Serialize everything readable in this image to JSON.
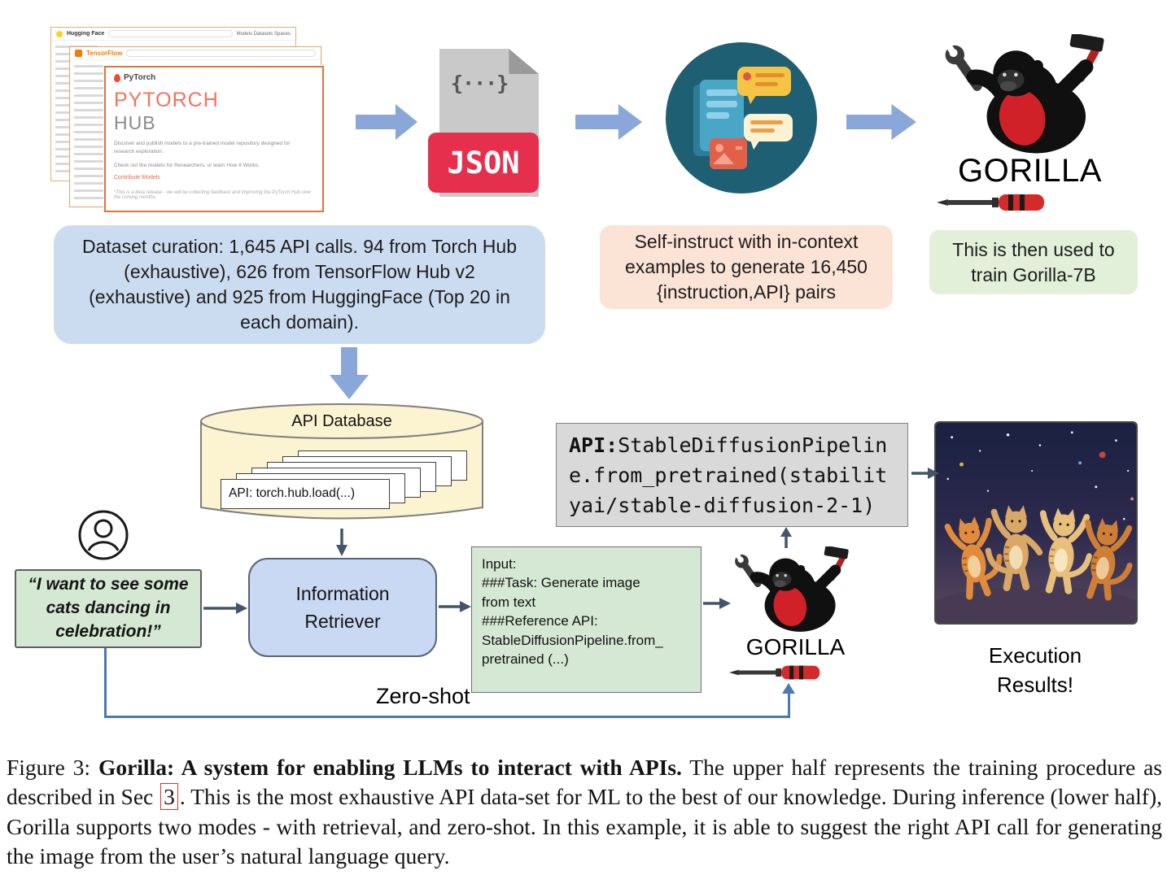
{
  "colors": {
    "dataset_box": "#ccdcf0",
    "self_instruct_box": "#fbe3d6",
    "train_box": "#e2efd9",
    "retriever_box": "#c9d9f3",
    "prompt_box": "#d5e8d4",
    "api_box": "#d9d9d9",
    "db_fill": "#fcf3d1",
    "json_red": "#e62e4d",
    "arrow_blue": "#8aa7da",
    "arrow_dark": "#44546a",
    "zero_shot_line": "#4a79b8"
  },
  "icons": {
    "json_doc": "document-with-folded-corner",
    "self_instruct": "chat-bubbles-over-screens",
    "user": "person-outline-circle",
    "gorilla": "gorilla-holding-tools",
    "screwdriver": "red-screwdriver",
    "api_database": "database-cylinder"
  },
  "hub_stack": {
    "huggingface": {
      "brand": "Hugging Face",
      "nav": "Models  Datasets  Spaces"
    },
    "tensorflow": {
      "brand": "TensorFlow"
    },
    "pytorch": {
      "brand": "PyTorch",
      "heading1": "PYTORCH",
      "heading2": "HUB",
      "desc1": "Discover and publish models to a pre-trained model repository designed for research exploration.",
      "desc2": "Check out the models for Researchers, or learn How It Works.",
      "link": "Contribute Models",
      "note": "*This is a beta release - we will be collecting feedback and improving the PyTorch Hub over the coming months."
    }
  },
  "json_icon": {
    "braces": "{···}",
    "label": "JSON"
  },
  "training": {
    "dataset_box": "Dataset curation: 1,645 API calls. 94 from Torch Hub (exhaustive), 626 from TensorFlow Hub v2 (exhaustive) and 925 from HuggingFace (Top 20 in each domain).",
    "self_instruct_box": "Self-instruct with in-context examples to generate 16,450 {instruction,API} pairs",
    "train_box": "This is then used to train Gorilla-7B",
    "gorilla_label": "GORILLA"
  },
  "inference": {
    "api_db_title": "API Database",
    "api_card": "API: torch.hub.load(...)",
    "user_query": "“I want to see some cats dancing in celebration!”",
    "retriever_label": "Information Retriever",
    "prompt_lines": [
      "Input:",
      "###Task: Generate image",
      "from text",
      "###Reference API:",
      "StableDiffusionPipeline.from_",
      "pretrained (...)"
    ],
    "gorilla_label": "GORILLA",
    "api_call_bold": "API:",
    "api_call_lines": [
      "StableDiffusionPipelin",
      "e.from_pretrained(stabilit",
      "yai/stable-diffusion-2-1)"
    ],
    "zero_shot_label": "Zero-shot",
    "execution_label": "Execution Results!"
  },
  "caption": {
    "p1": "Figure 3: ",
    "bold": "Gorilla: A system for enabling LLMs to interact with APIs.",
    "p2": " The upper half represents the training procedure as described in Sec ",
    "ref": "3",
    "p3": ". This is the most exhaustive API data-set for ML to the best of our knowledge. During inference (lower half), Gorilla supports two modes - with retrieval, and zero-shot. In this example, it is able to suggest the right API call for generating the image from the user’s natural language query."
  }
}
